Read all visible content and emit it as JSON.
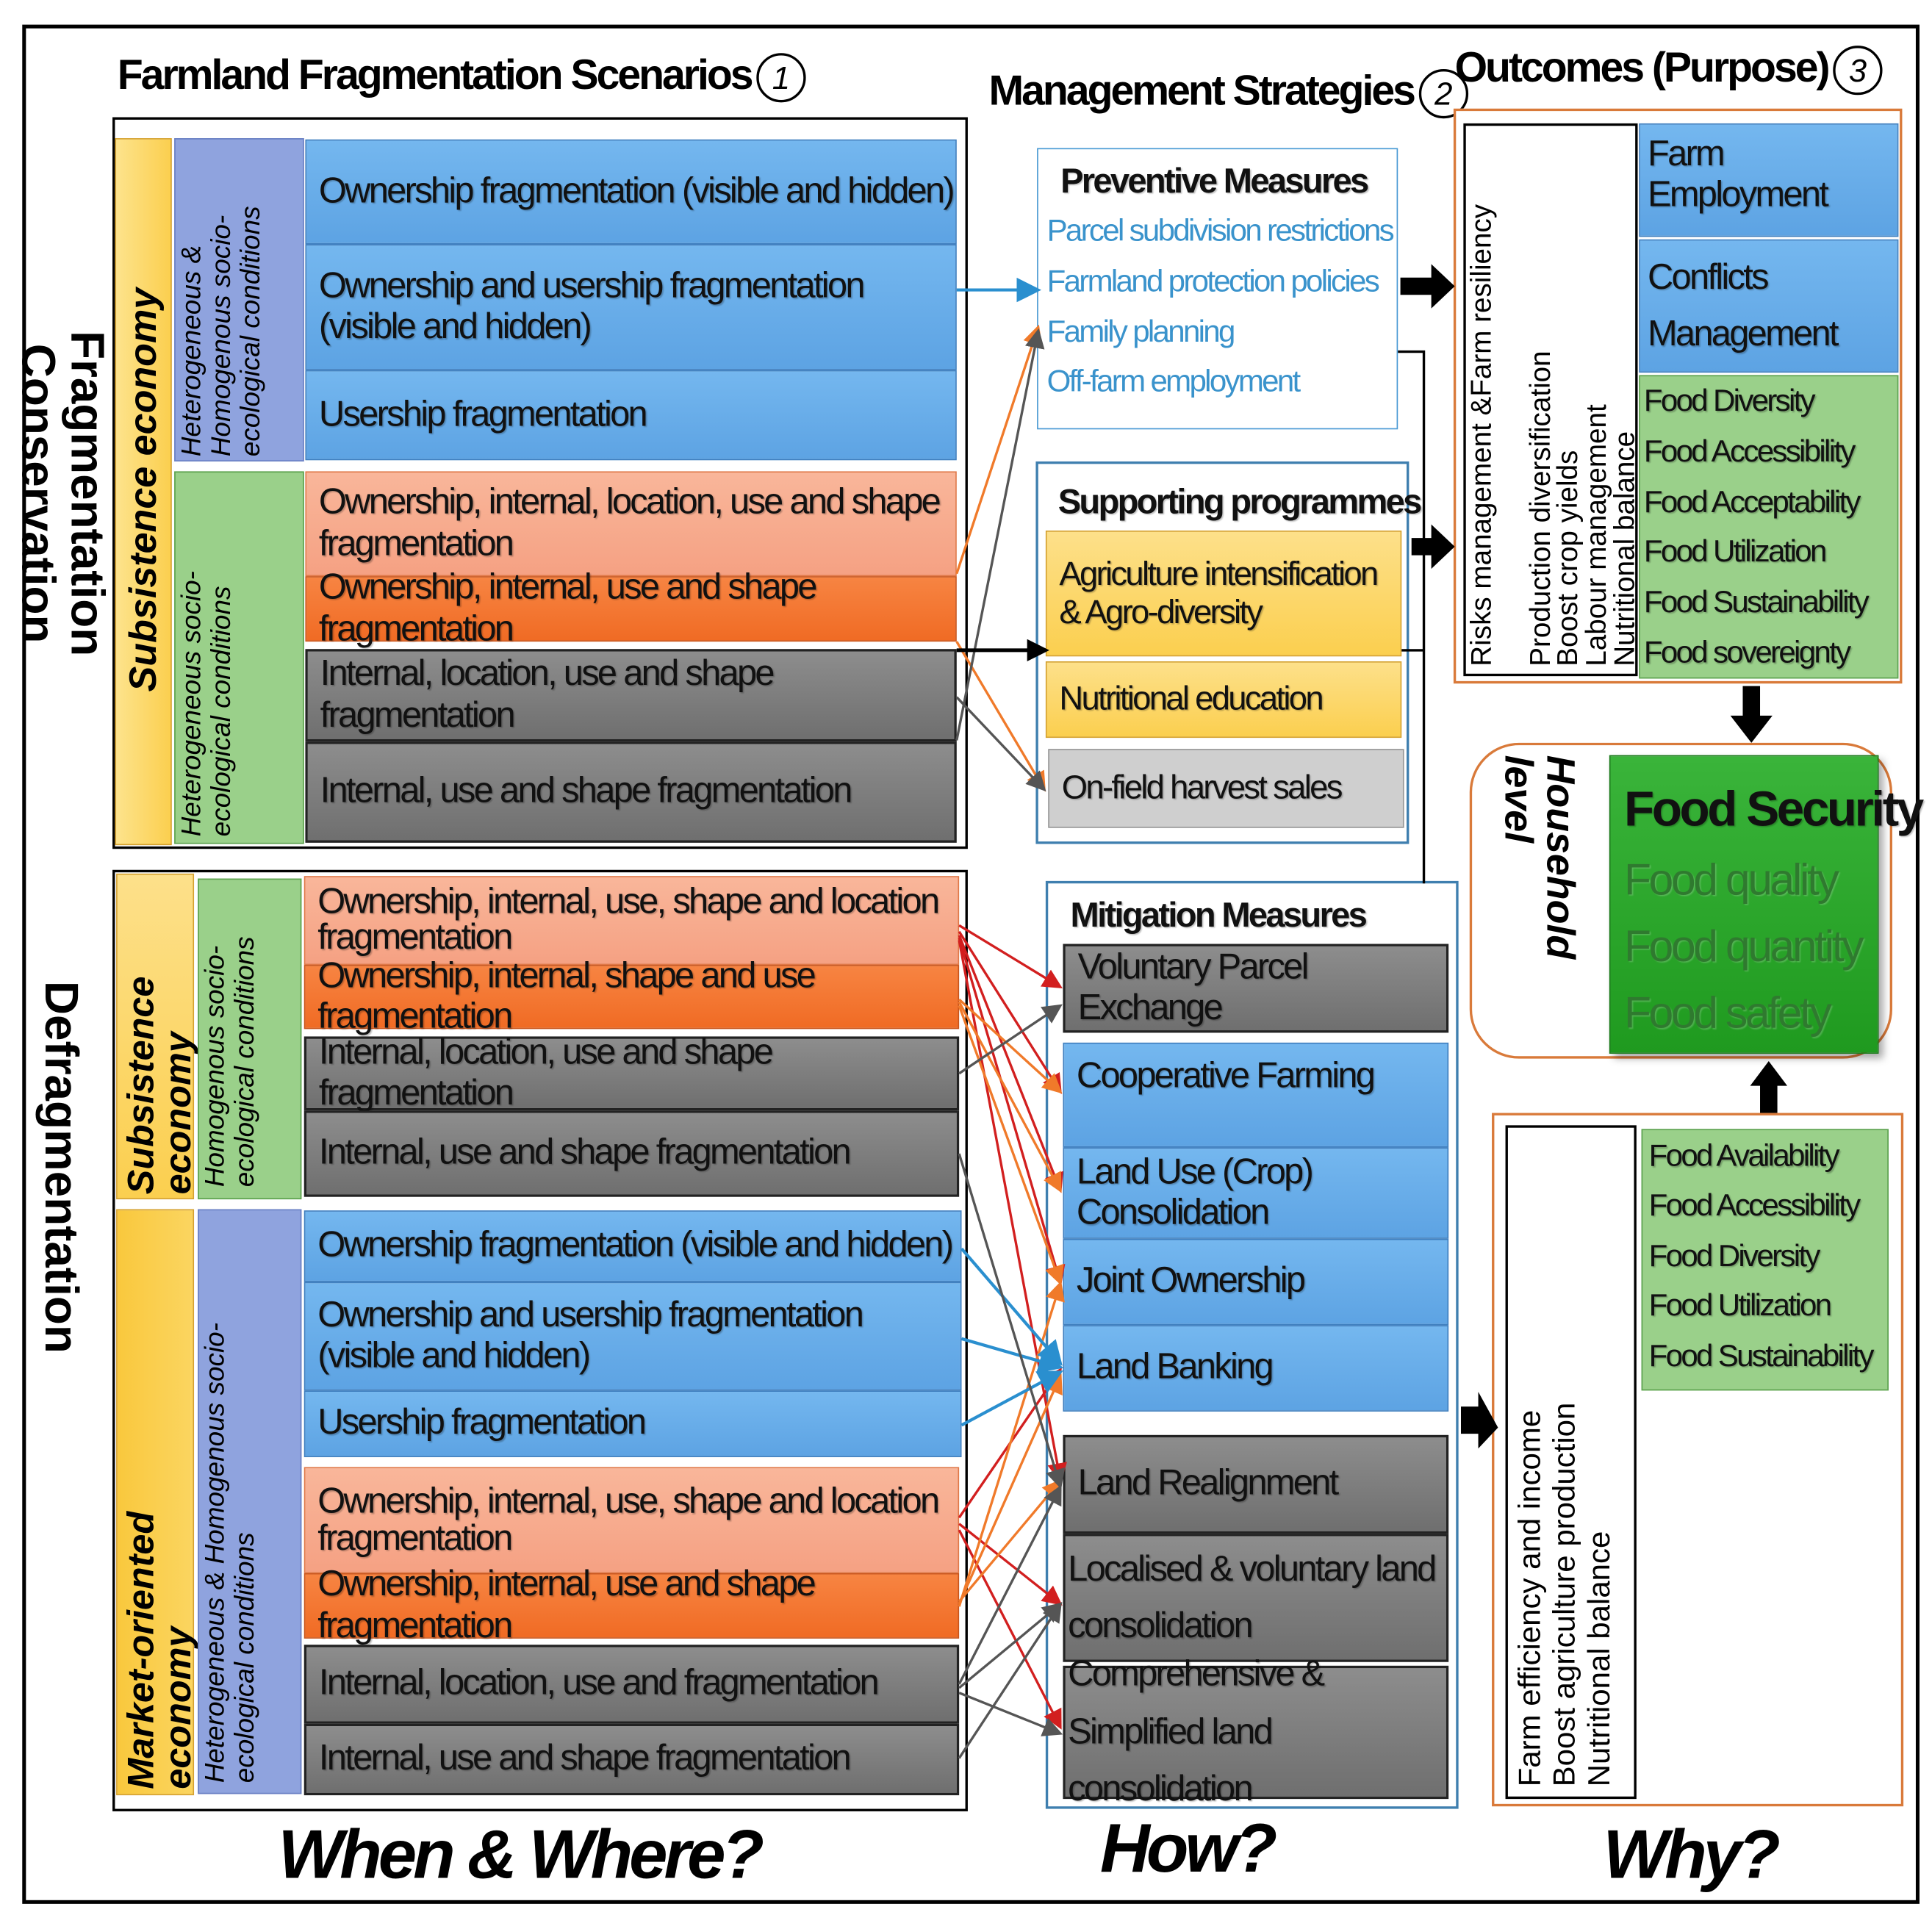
{
  "headers": {
    "scenarios": "Farmland Fragmentation Scenarios",
    "scenarios_num": "1",
    "strategies": "Management Strategies",
    "strategies_num": "2",
    "outcomes": "Outcomes (Purpose)",
    "outcomes_num": "3"
  },
  "side_labels": {
    "conservation": "Fragmentation Conservation",
    "defragmentation": "Defragmentation"
  },
  "conservation": {
    "economy": "Subsistence economy",
    "cond1": "Heterogeneous & Homogenous socio-ecological conditions",
    "cond2": "Heterogeneous socio-ecological conditions",
    "rows": [
      "Ownership fragmentation (visible and hidden)",
      "Ownership and usership fragmentation (visible and hidden)",
      "Usership fragmentation",
      "Ownership, internal,  location,  use and shape fragmentation",
      "Ownership, internal,  use and shape fragmentation",
      "Internal, location, use and shape fragmentation",
      "Internal, use and shape fragmentation"
    ]
  },
  "defragmentation": {
    "economy1": "Subsistence economy",
    "cond1": "Homogenous socio-ecological conditions",
    "economy2": "Market-oriented economy",
    "cond2": "Heterogeneous & Homogenous socio-ecological conditions",
    "rows": [
      "Ownership, internal,  use, shape and location fragmentation",
      "Ownership, internal,  shape and use fragmentation",
      "Internal, location, use and shape fragmentation",
      "Internal, use and shape fragmentation",
      "Ownership fragmentation (visible and hidden)",
      "Ownership and usership fragmentation (visible and hidden)",
      "Usership fragmentation",
      "Ownership, internal,  use, shape and location fragmentation",
      "Ownership, internal,  use and shape fragmentation",
      "Internal, location, use and fragmentation",
      "Internal, use and shape fragmentation"
    ]
  },
  "preventive": {
    "title": "Preventive Measures",
    "items": [
      "Parcel subdivision  restrictions",
      "Farmland protection policies",
      "Family planning",
      "Off-farm employment"
    ]
  },
  "supporting": {
    "title": "Supporting  programmes",
    "items": [
      "Agriculture  intensification & Agro-diversity",
      "Nutritional  education",
      "On-field  harvest sales"
    ]
  },
  "mitigation": {
    "title": "Mitigation Measures",
    "items": [
      "Voluntary Parcel Exchange",
      "Cooperative Farming",
      "Land Use (Crop) Consolidation",
      "Joint Ownership",
      "Land Banking",
      "Land Realignment",
      "Localised & voluntary land consolidation",
      "Comprehensive & Simplified land  consolidation"
    ]
  },
  "outcomes_top": {
    "vertical": [
      "Risks  management  &Farm resiliency",
      "Production  diversification",
      "Boost crop yields",
      "Labour management",
      "Nutritional  balance"
    ],
    "farm_employment": "Farm Employment",
    "conflicts": "Conflicts Management",
    "food": [
      "Food Diversity",
      "Food Accessibility",
      "Food Acceptability",
      "Food Utilization",
      "Food Sustainability",
      "Food sovereignty"
    ]
  },
  "household": {
    "label": "Household level",
    "title": "Food Security",
    "items": [
      "Food quality",
      "Food quantity",
      "Food safety"
    ]
  },
  "outcomes_bottom": {
    "vertical": [
      "Farm efficiency and income",
      "Boost agriculture production",
      "Nutritional  balance"
    ],
    "food": [
      "Food Availability",
      "Food Accessibility",
      "Food Diversity",
      "Food Utilization",
      "Food Sustainability"
    ]
  },
  "questions": {
    "when": "When & Where?",
    "how": "How?",
    "why": "Why?"
  },
  "colors": {
    "blue": "#5da3e3",
    "light_orange": "#f5a183",
    "dark_orange": "#f06b24",
    "grey": "#777777",
    "yellow": "#fbcf4f",
    "green": "#9ad08a",
    "dark_green": "#2ea22e",
    "link_blue": "#2a8fcf",
    "link_red": "#d21f1f",
    "link_orange": "#f07a2a"
  }
}
